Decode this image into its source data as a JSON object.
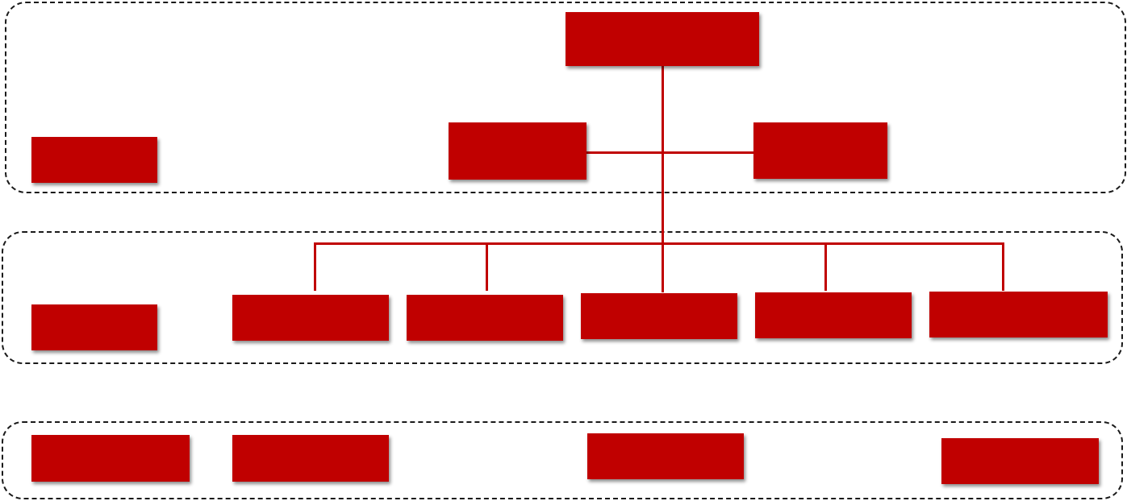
{
  "colors": {
    "node_fill": "#c00000",
    "connector": "#c00000",
    "group_border": "#1a1a1a",
    "background": "#ffffff"
  },
  "groups": [
    {
      "id": "top"
    },
    {
      "id": "middle"
    },
    {
      "id": "bottom"
    }
  ],
  "nodes": {
    "root": {
      "label": ""
    },
    "assistant_left": {
      "label": ""
    },
    "assistant_right": {
      "label": ""
    },
    "level_label_top": {
      "label": ""
    },
    "level_label_middle": {
      "label": ""
    },
    "child_1": {
      "label": ""
    },
    "child_2": {
      "label": ""
    },
    "child_3": {
      "label": ""
    },
    "child_4": {
      "label": ""
    },
    "child_5": {
      "label": ""
    },
    "bottom_1": {
      "label": ""
    },
    "bottom_2": {
      "label": ""
    },
    "bottom_3": {
      "label": ""
    },
    "bottom_4": {
      "label": ""
    }
  }
}
